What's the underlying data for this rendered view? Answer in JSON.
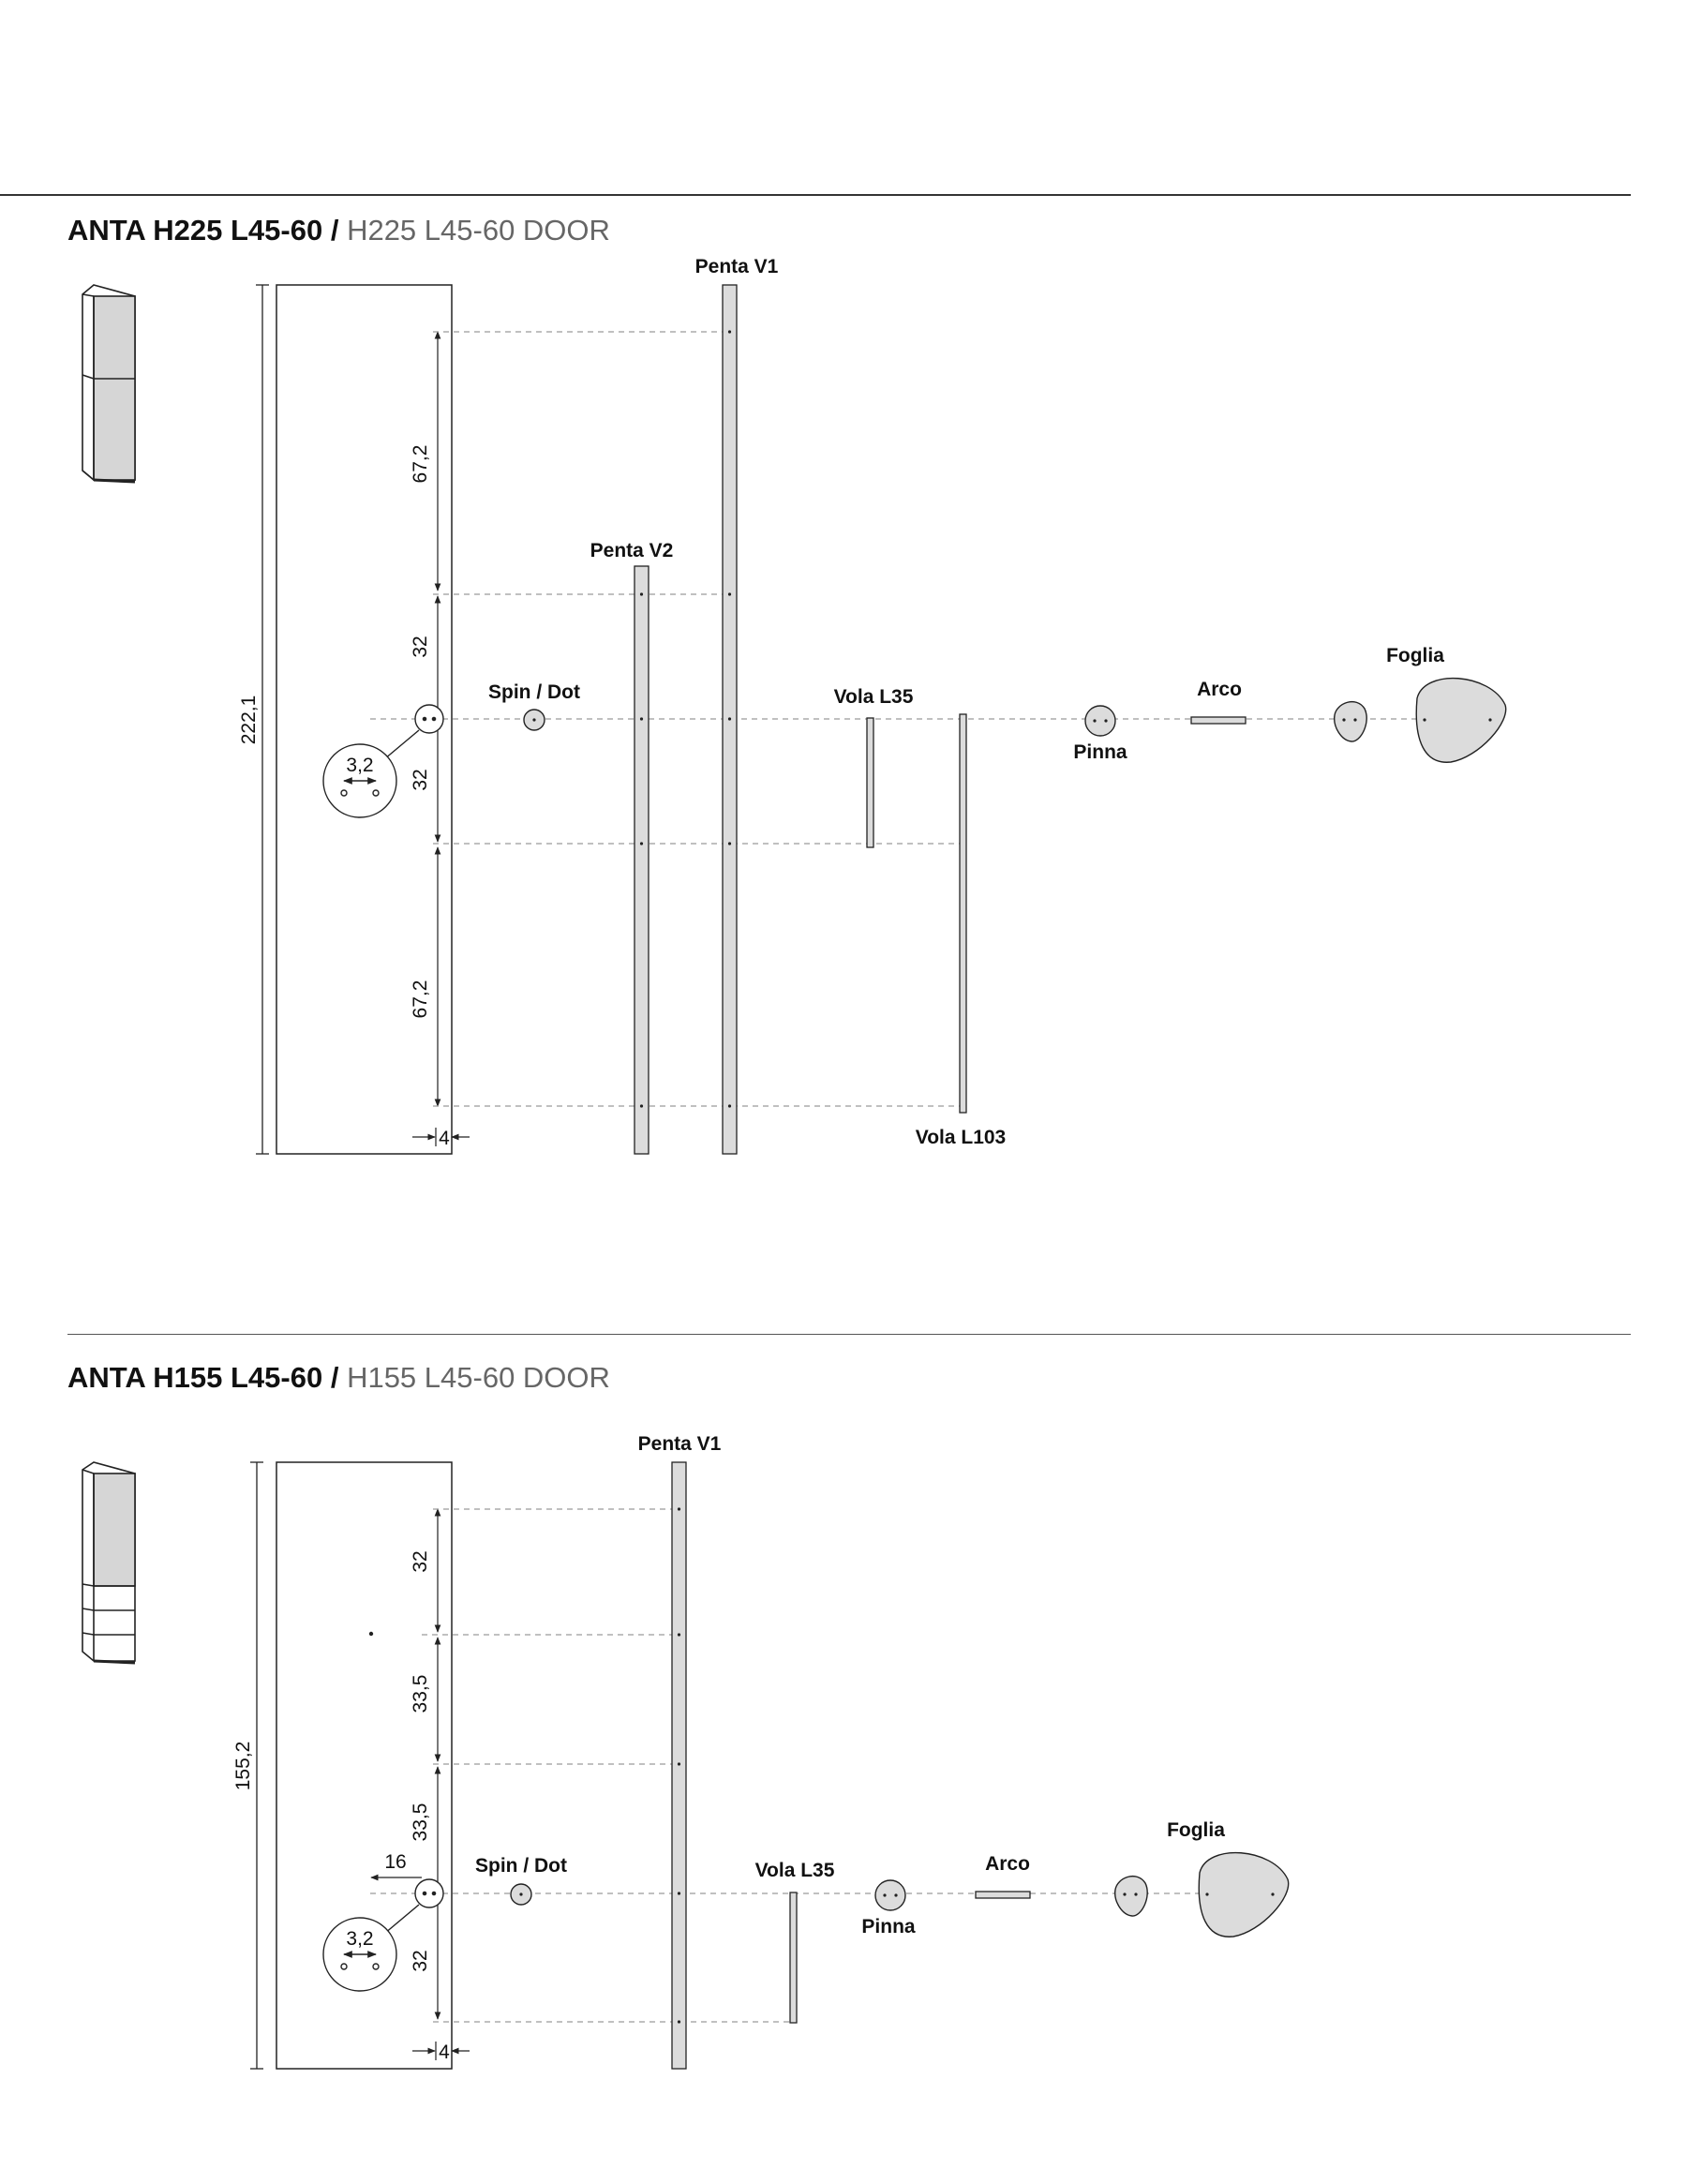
{
  "sections": [
    {
      "title_bold": "ANTA H225 L45-60 /",
      "title_sub": "H225 L45-60 DOOR",
      "height_dim": "222,1",
      "dims": {
        "upper": "67,2",
        "mid_top": "32",
        "mid_bottom": "32",
        "lower": "67,2",
        "edge": "4",
        "hole_spacing": "3,2"
      },
      "labels": {
        "penta_v1": "Penta V1",
        "penta_v2": "Penta V2",
        "spin_dot": "Spin / Dot",
        "vola_l35": "Vola L35",
        "vola_l103": "Vola L103",
        "pinna": "Pinna",
        "arco": "Arco",
        "foglia": "Foglia"
      }
    },
    {
      "title_bold": "ANTA H155 L45-60 /",
      "title_sub": "H155 L45-60 DOOR",
      "height_dim": "155,2",
      "dims": {
        "top": "32",
        "mid_top": "33,5",
        "mid_bottom": "33,5",
        "lower": "32",
        "edge": "4",
        "offset": "16",
        "hole_spacing": "3,2"
      },
      "labels": {
        "penta_v1": "Penta V1",
        "spin_dot": "Spin / Dot",
        "vola_l35": "Vola L35",
        "pinna": "Pinna",
        "arco": "Arco",
        "foglia": "Foglia"
      }
    }
  ],
  "colors": {
    "handle_fill": "#dcdcdc",
    "guide": "#9a9a9a",
    "line": "#222222"
  }
}
